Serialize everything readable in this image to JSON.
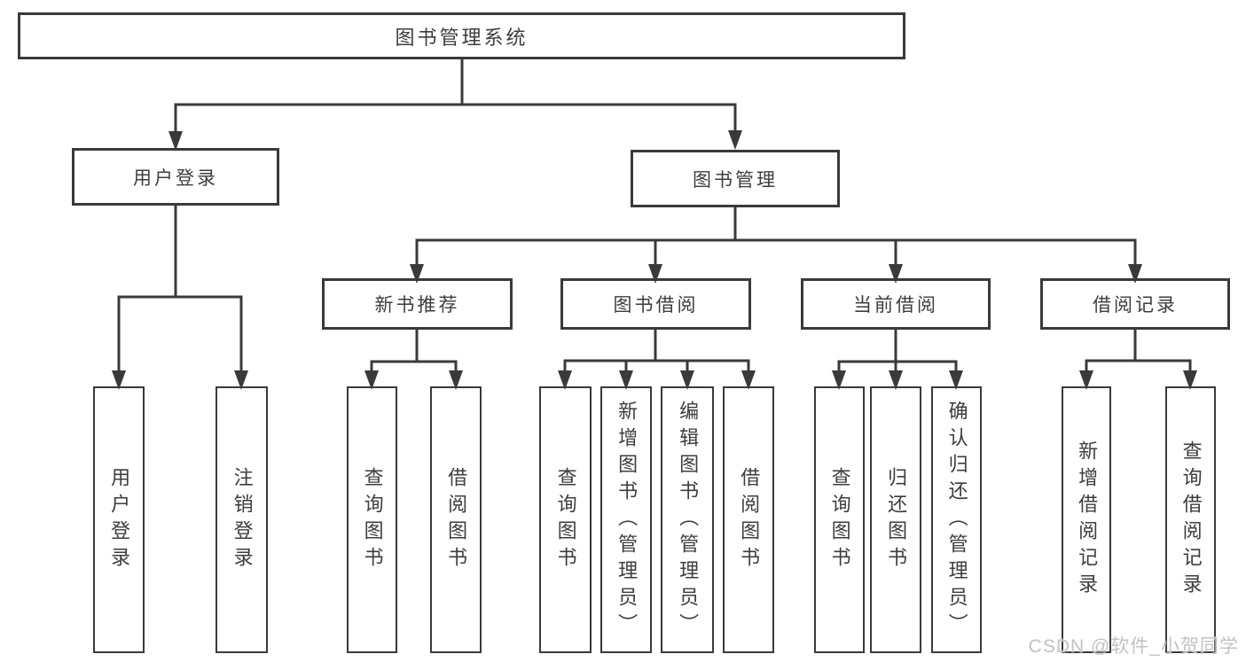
{
  "diagram": {
    "type": "hierarchy-tree",
    "structure": {
      "label": "图书管理系统",
      "children": [
        {
          "label": "用户登录",
          "children": [
            {
              "label": "用户登录"
            },
            {
              "label": "注销登录"
            }
          ]
        },
        {
          "label": "图书管理",
          "children": [
            {
              "label": "新书推荐",
              "children": [
                {
                  "label": "查询图书"
                },
                {
                  "label": "借阅图书"
                }
              ]
            },
            {
              "label": "图书借阅",
              "children": [
                {
                  "label": "查询图书"
                },
                {
                  "label": "新增图书（管理员）"
                },
                {
                  "label": "编辑图书（管理员）"
                },
                {
                  "label": "借阅图书"
                }
              ]
            },
            {
              "label": "当前借阅",
              "children": [
                {
                  "label": "查询图书"
                },
                {
                  "label": "归还图书"
                },
                {
                  "label": "确认归还（管理员）"
                }
              ]
            },
            {
              "label": "借阅记录",
              "children": [
                {
                  "label": "新增借阅记录"
                },
                {
                  "label": "查询借阅记录"
                }
              ]
            }
          ]
        }
      ]
    },
    "colors": {
      "line": "#3a3a3a",
      "box_border": "#3a3a3a",
      "text": "#3d3d3d",
      "background": "#ffffff",
      "watermark": "#c2c2c2"
    }
  },
  "watermark": "CSDN @软件_小贺同学"
}
